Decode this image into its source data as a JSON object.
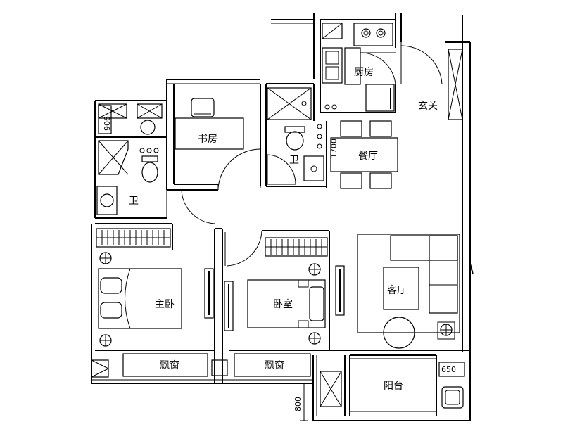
{
  "rooms": {
    "kitchen": "厨房",
    "entrance": "玄关",
    "study": "书房",
    "bath_center": "卫",
    "bath_left": "卫",
    "dining": "餐厅",
    "master_bedroom": "主卧",
    "bedroom": "卧室",
    "living_room": "客厅",
    "bay_window_left": "飘窗",
    "bay_window_right": "飘窗",
    "balcony": "阳台"
  },
  "dimensions": {
    "d_906": "906",
    "d_1700": "1700",
    "d_650": "650",
    "d_800": "800"
  },
  "colors": {
    "line": "#000000",
    "background": "#ffffff"
  }
}
